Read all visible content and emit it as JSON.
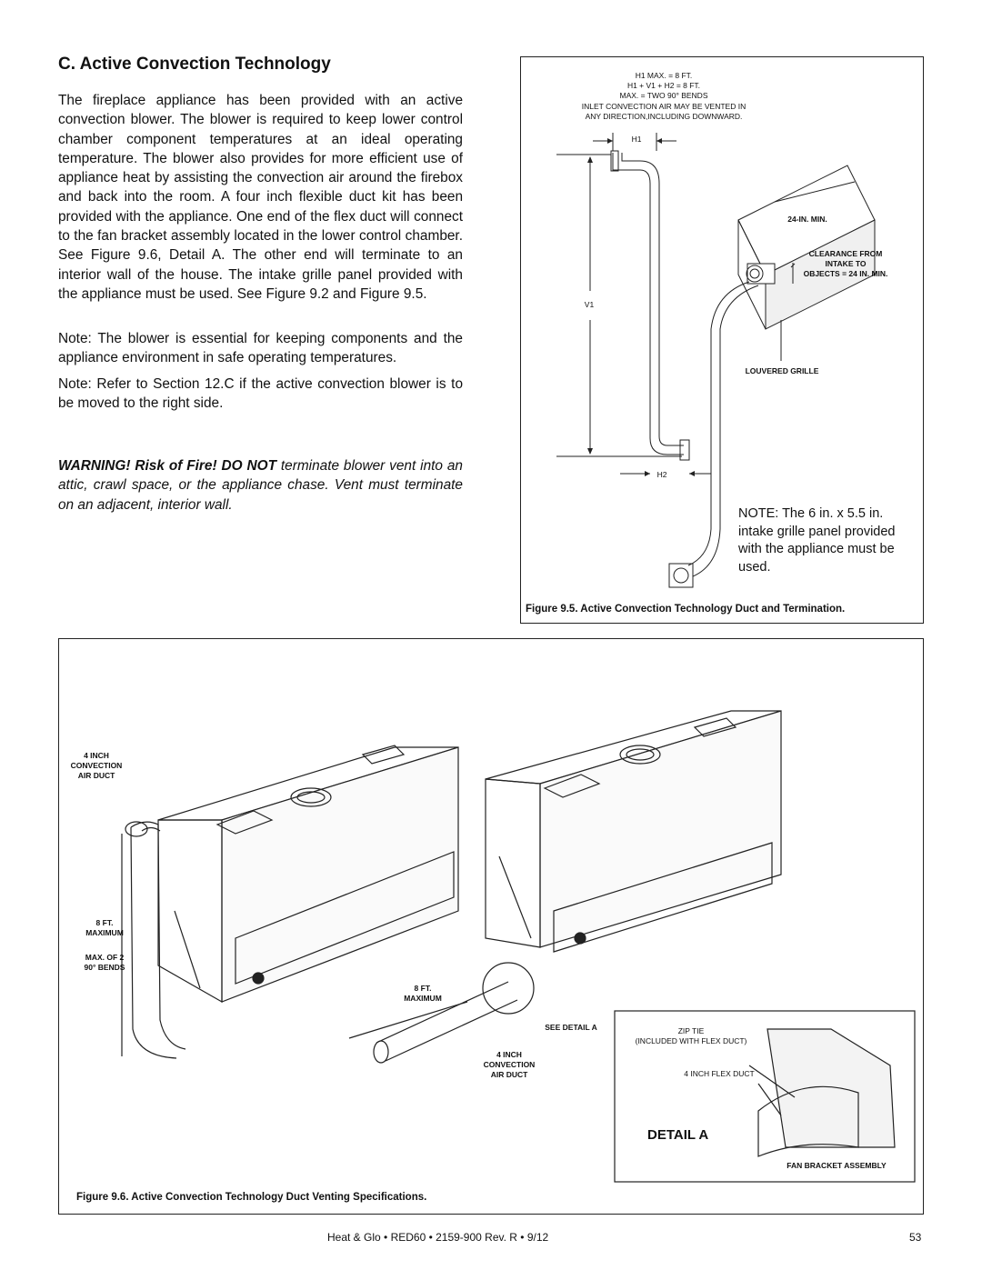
{
  "section": {
    "title": "C. Active Convection Technology"
  },
  "text": {
    "p1": "The fireplace appliance has been provided with an active convection blower. The blower is required to keep lower control chamber component temperatures at an ideal operating temperature. The blower also provides for more efficient use of appliance heat by assisting the convection air around the firebox and back into the room. A four inch flexible duct kit has been provided with the appliance. One end of the flex duct will connect to the fan bracket assembly located in the lower control chamber. See Figure 9.6, Detail A. The other end will terminate to an interior wall of the house. The intake grille panel provided with the appliance must be used. See Figure 9.2 and Figure 9.5.",
    "note1_label": "Note:",
    "note1_text": " The blower is essential for keeping components and the appliance environment in safe operating temperatures.",
    "note2_label": "Note:",
    "note2_text": " Refer to Section 12.C if the active convection blower is to be moved to the right side.",
    "warning_bold": "WARNING! Risk of Fire! DO NOT",
    "warning_text": " terminate blower vent into an attic, crawl space, or the appliance chase. Vent must terminate on an adjacent, interior wall."
  },
  "figure95": {
    "specs": [
      "H1 MAX. = 8 FT.",
      "H1 + V1 + H2 = 8 FT.",
      "MAX. = TWO 90° BENDS",
      "INLET CONVECTION AIR MAY BE VENTED IN",
      "ANY DIRECTION,INCLUDING DOWNWARD."
    ],
    "h1": "H1",
    "v1": "V1",
    "h2": "H2",
    "min24": "24-IN. MIN.",
    "clearance": [
      "CLEARANCE FROM",
      "INTAKE TO",
      "OBJECTS = 24 IN. MIN."
    ],
    "louvered": "LOUVERED GRILLE",
    "note_label": "NOTE:",
    "note_text": " The 6 in. x 5.5 in. intake grille panel provided with the appliance must be used.",
    "caption": "Figure 9.5.  Active Convection Technology Duct and Termination."
  },
  "figure96": {
    "duct_left": [
      "4 INCH",
      "CONVECTION",
      "AIR DUCT"
    ],
    "max8_left": [
      "8 FT.",
      "MAXIMUM"
    ],
    "bends": [
      "MAX. OF 2",
      "90° BENDS"
    ],
    "max8_right": [
      "8 FT.",
      "MAXIMUM"
    ],
    "see_detail": "SEE DETAIL A",
    "duct_right": [
      "4 INCH",
      "CONVECTION",
      "AIR DUCT"
    ],
    "zip_tie": [
      "ZIP TIE",
      "(INCLUDED WITH FLEX DUCT)"
    ],
    "flex_duct": "4 INCH FLEX DUCT",
    "detail_title": "DETAIL A",
    "fan_bracket": "FAN BRACKET ASSEMBLY",
    "caption": "Figure 9.6.  Active Convection Technology Duct Venting Specifications."
  },
  "footer": {
    "doc": "Heat & Glo  •  RED60  •  2159-900 Rev. R  •  9/12",
    "page": "53"
  }
}
